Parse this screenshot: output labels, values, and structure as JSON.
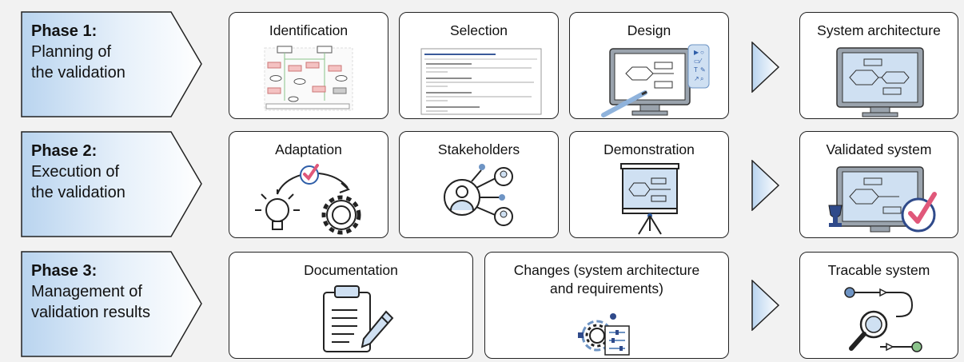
{
  "phases": [
    {
      "title": "Phase 1:",
      "desc": "Planning of\nthe validation"
    },
    {
      "title": "Phase 2:",
      "desc": "Execution of\nthe validation"
    },
    {
      "title": "Phase 3:",
      "desc": "Management of\nvalidation results"
    }
  ],
  "steps": {
    "identification": "Identification",
    "selection": "Selection",
    "design": "Design",
    "adaptation": "Adaptation",
    "stakeholders": "Stakeholders",
    "demonstration": "Demonstration",
    "documentation": "Documentation",
    "changes": "Changes (system architecture\nand requirements)"
  },
  "outcomes": {
    "system_architecture": "System architecture",
    "validated_system": "Validated system",
    "tracable_system": "Tracable system"
  },
  "colors": {
    "phase_fill_light": "#e3eef9",
    "phase_fill_dark": "#b9d4ef",
    "accent_blue": "#2f5ea8",
    "check_pink": "#e0587a",
    "screen_blue": "#cfe0f2"
  }
}
